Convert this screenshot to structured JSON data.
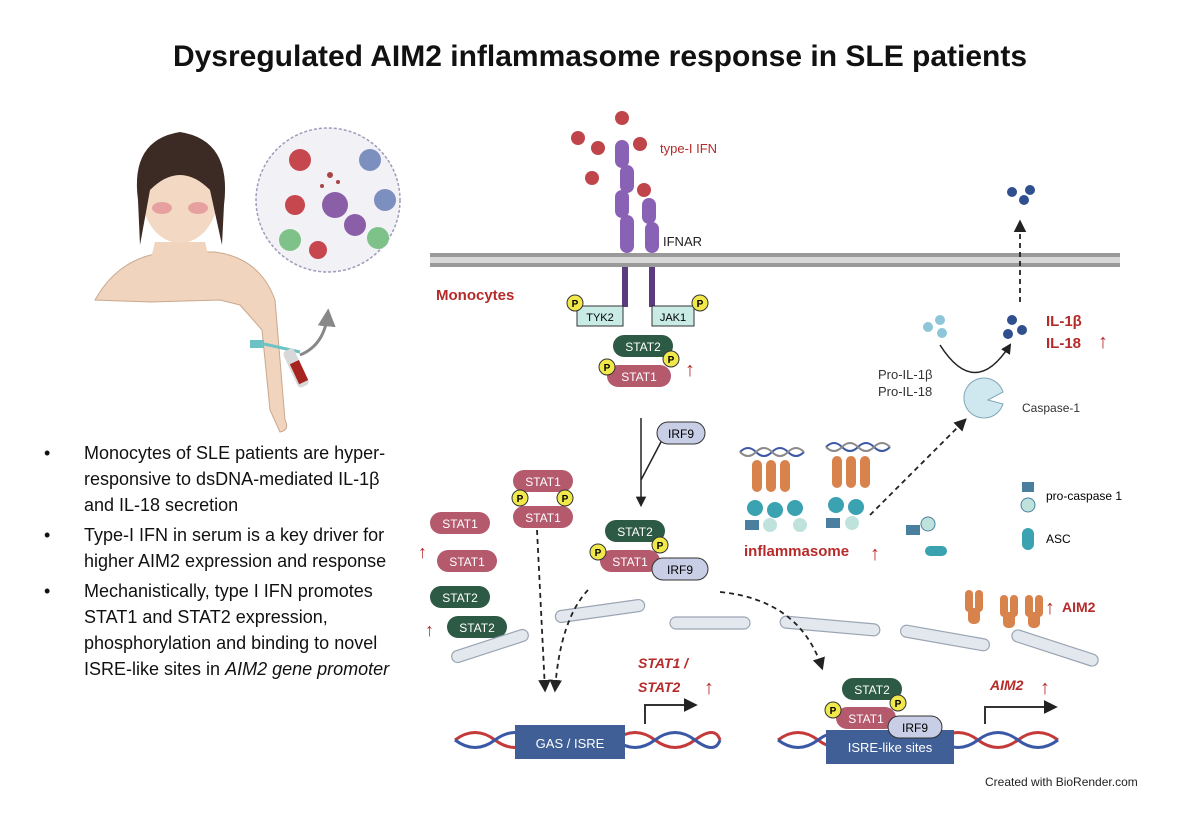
{
  "title": "Dysregulated AIM2 inflammasome response in SLE patients",
  "bullets": [
    {
      "text": "Monocytes of SLE patients are hyper-responsive to dsDNA-mediated IL-1β and IL-18 secretion",
      "suffix": ""
    },
    {
      "text": "Type-I IFN in serum is a key driver for higher AIM2 expression and response",
      "suffix": ""
    },
    {
      "text": "Mechanistically, type I IFN promotes STAT1 and STAT2 expression, phosphorylation and binding to novel ISRE-like sites in",
      "suffix": "AIM2 gene promoter"
    }
  ],
  "labels": {
    "type_ifn": "type-I IFN",
    "ifnar": "IFNAR",
    "monocytes": "Monocytes",
    "tyk2": "TYK2",
    "jak1": "JAK1",
    "stat1": "STAT1",
    "stat2": "STAT2",
    "irf9": "IRF9",
    "p": "P",
    "il1b": "IL-1β",
    "il18": "IL-18",
    "pro_il1b": "Pro-IL-1β",
    "pro_il18": "Pro-IL-18",
    "caspase1": "Caspase-1",
    "pro_caspase1": "pro-caspase 1",
    "asc": "ASC",
    "inflammasome": "inflammasome",
    "aim2": "AIM2",
    "gene_stat": "STAT1 /",
    "gene_stat2": "STAT2",
    "gene_aim2": "AIM2",
    "gas_isre": "GAS / ISRE",
    "isre_like": "ISRE-like sites",
    "up_arrow": "↑"
  },
  "credit": "Created with BioRender.com",
  "colors": {
    "stat1": "#b5596d",
    "stat2": "#2d5a44",
    "irf9": "#c8cee6",
    "kinase": "#c9ebe6",
    "phospho": "#f1e84b",
    "ifn": "#c0454a",
    "receptor": "#8a62b5",
    "red_text": "#b62a2a",
    "dna_box": "#3f5f96"
  }
}
